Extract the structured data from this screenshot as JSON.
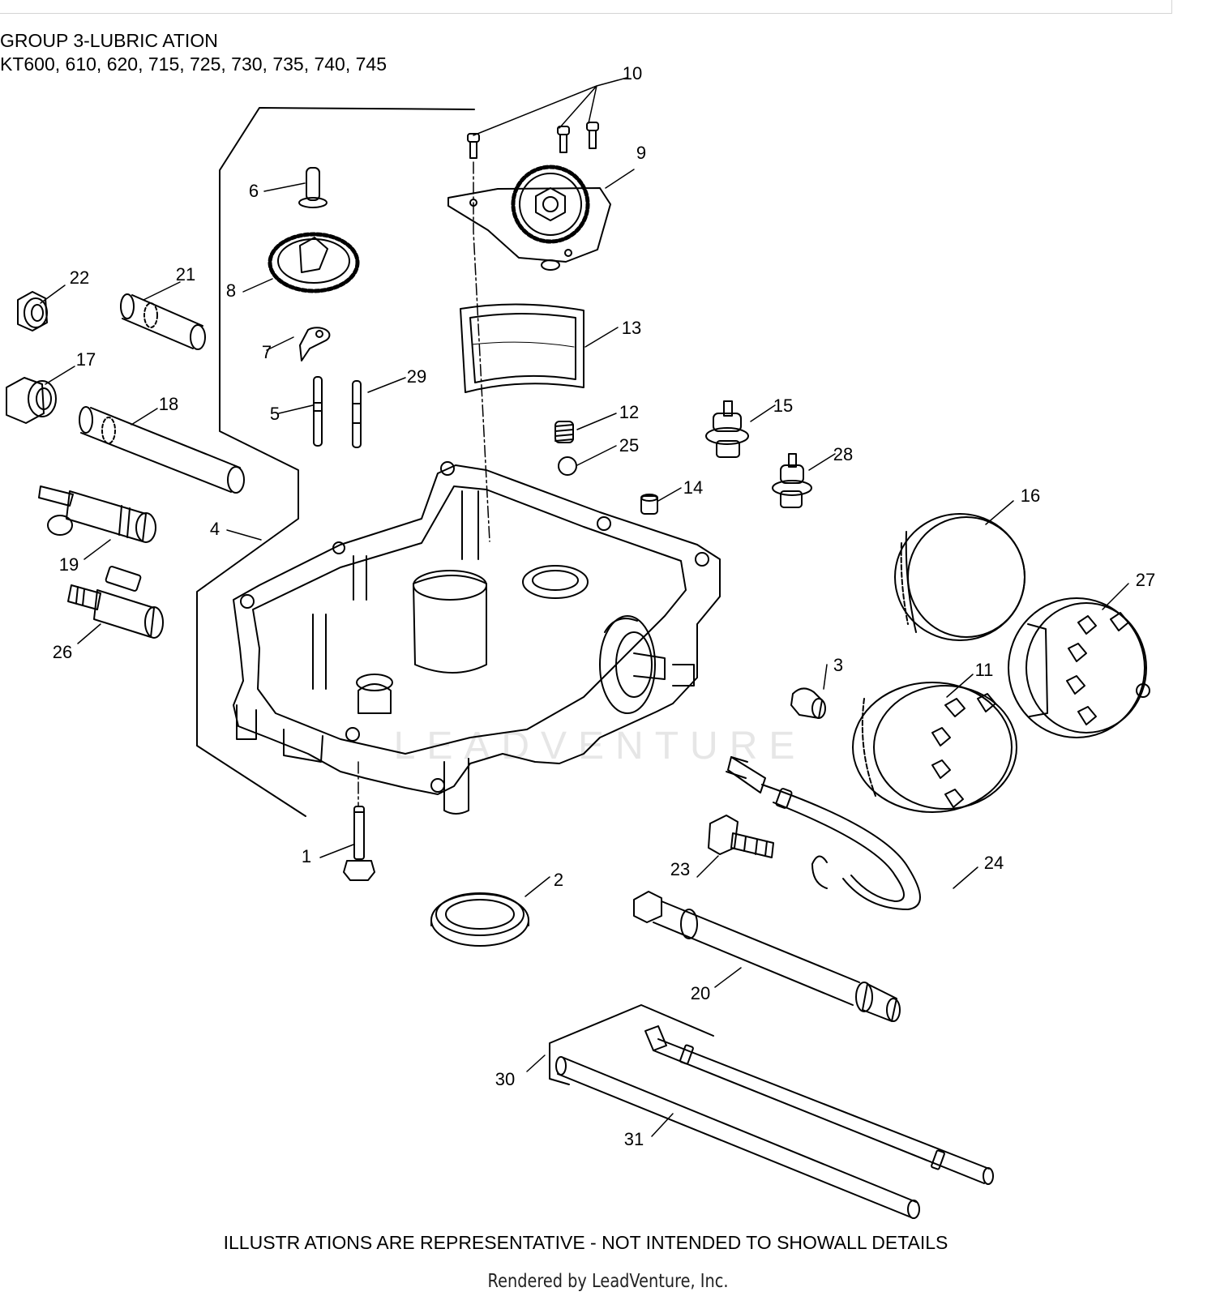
{
  "title": {
    "line1": "GROUP 3-LUBRIC ATION",
    "line2": "KT600, 610, 620, 715, 725, 730, 735, 740, 745"
  },
  "watermark": "LEADVENTURE",
  "footer": {
    "disclaimer": "ILLUSTR ATIONS ARE REPRESENTATIVE - NOT INTENDED TO SHOWALL DETAILS",
    "rendered_by": "Rendered by LeadVenture, Inc."
  },
  "callouts": {
    "c1": "1",
    "c2": "2",
    "c3": "3",
    "c4": "4",
    "c5": "5",
    "c6": "6",
    "c7": "7",
    "c8": "8",
    "c9": "9",
    "c10": "10",
    "c11": "11",
    "c12": "12",
    "c13": "13",
    "c14": "14",
    "c15": "15",
    "c16": "16",
    "c17": "17",
    "c18": "18",
    "c19": "19",
    "c20": "20",
    "c21": "21",
    "c22": "22",
    "c23": "23",
    "c24": "24",
    "c25": "25",
    "c26": "26",
    "c27": "27",
    "c28": "28",
    "c29": "29",
    "c30": "30",
    "c31": "31"
  },
  "colors": {
    "ink": "#000000",
    "watermark": "#e6e6e6",
    "background": "#ffffff"
  }
}
